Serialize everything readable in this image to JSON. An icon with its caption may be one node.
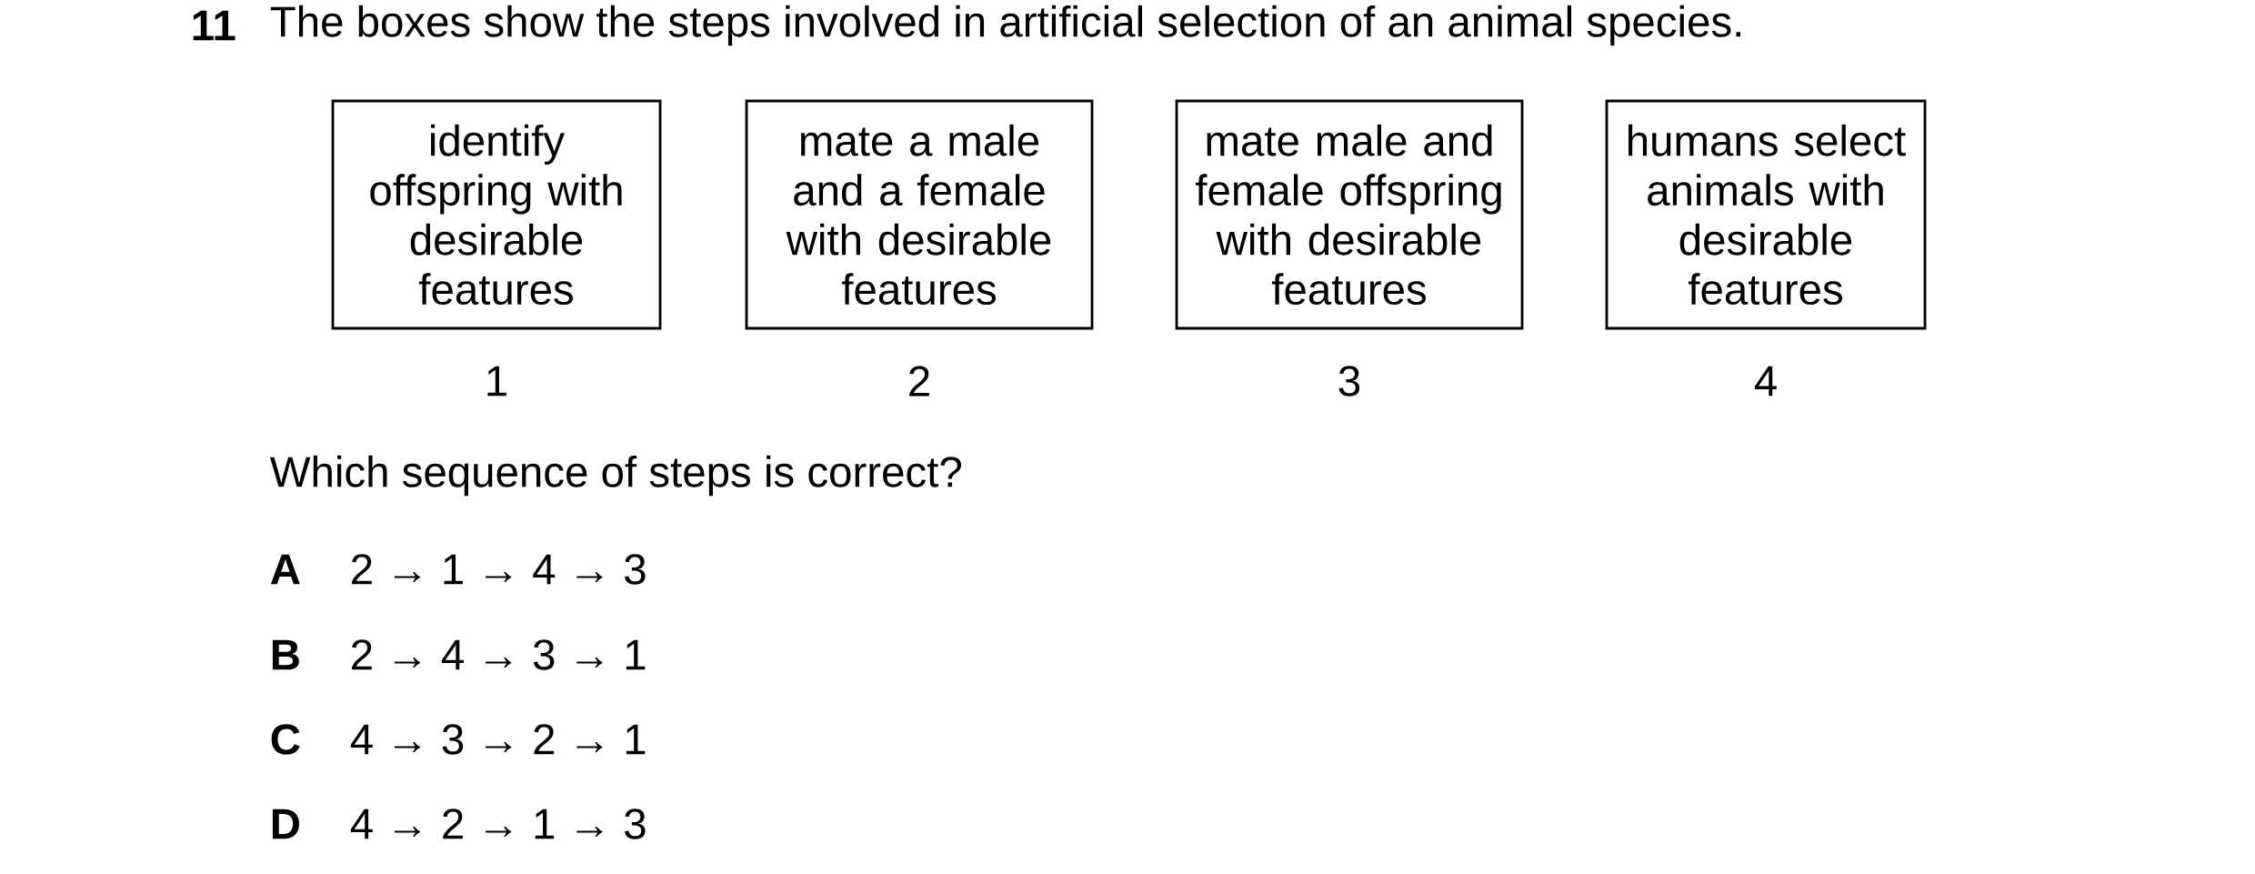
{
  "diagram": {
    "title": "The boxes show the steps involved in artificial selection of an animal species.",
    "nodes": [
      {
        "text": [
          "identify offspring with desirable features"
        ],
        "beside": [
          "1"
        ]
      },
      {
        "text": [
          "mate a male and a female with desirable features"
        ],
        "beside": [
          "2"
        ]
      },
      {
        "text": [
          "mate male and female offspring with desirable features"
        ],
        "beside": [
          "3"
        ]
      },
      {
        "text": [
          "humans select animals with desirable features"
        ],
        "beside": [
          "4"
        ]
      }
    ],
    "labels": [
      "11",
      "Which sequence of steps is correct?",
      "A",
      "2 → 1 → 4 → 3",
      "B",
      "2 → 4 → 3 → 1",
      "C",
      "4 → 3 → 2 → 1",
      "D",
      "4 → 2 → 1 → 3"
    ]
  }
}
